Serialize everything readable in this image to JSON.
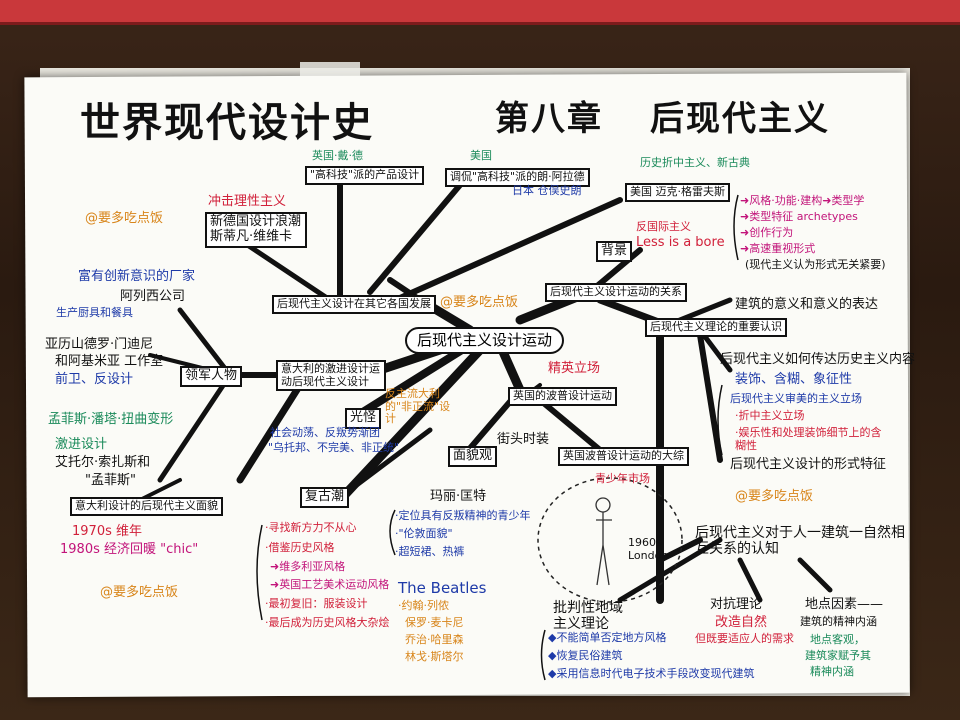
{
  "title": {
    "main": "世界现代设计史",
    "chapter": "第八章",
    "topic": "后现代主义"
  },
  "center": "后现代主义设计运动",
  "watermark": "@要多吃点饭",
  "nodes": {
    "other_countries": "后现代主义设计在其它各国发展",
    "italy": "意大利的激进设计运动后现代主义设计",
    "leaders": "领军人物",
    "design_style": "意大利设计的后现代主义面貌",
    "light": "光怪",
    "british": "英国的波普设计运动",
    "face": "面貌观",
    "british_big": "英国波普设计运动的大综",
    "retro": "复古潮",
    "background": "背景",
    "theory_key": "后现代主义设计运动的关系",
    "theory_important": "后现代主义理论的重要认识",
    "nature": "后现代主义对于人一建筑一自然相互关系的认知"
  },
  "texts": {
    "uk_bold": "英国·戴·德",
    "hightech": "\"高科技\"派的产品设计",
    "us": "美国",
    "hightech2": "调侃\"高科技\"派的朗·阿拉德",
    "japan": "日本 仓俣史朗",
    "history": "历史折中主义、新古典",
    "venturi": "美国 迈克·格雷夫斯",
    "rational": "冲击理性主义",
    "memphis": "新德国设计浪潮 斯蒂凡·维维卡",
    "anti_intl": "反国际主义",
    "less_bore": "Less is a bore",
    "creative": "富有创新意识的厂家",
    "alessi": "阿列西公司",
    "kitchen": "生产厨具和餐具",
    "mendini": "亚历山德罗·门迪尼",
    "zanuso": "和阿基米亚 工作室",
    "front_design": "前卫、反设计",
    "social": "社会动荡、反叛势渐团",
    "ideals": "\"乌托邦、不完美、非正统\"",
    "super": "反主流大利的\"非正流\"设计",
    "radical": "激进设计",
    "sottsass": "艾托尔·索扎斯和",
    "memphis2": "\"孟菲斯\"",
    "sottsass2": "孟菲斯·潘塔·扭曲变形",
    "seventies": "1970s 维年",
    "eighties": "1980s 经济回暖 \"chic\"",
    "elite": "精英立场",
    "street": "街头时装",
    "quant": "玛丽·匡特",
    "youth1": "·定位具有反叛精神的青少年",
    "youth2": "·\"伦敦面貌\"",
    "youth3": "·超短裙、热裤",
    "youth_market": "青少年市场",
    "london": "1960s London",
    "beatles": "The Beatles",
    "b1": "·约翰·列侬",
    "b2": "保罗·麦卡尼",
    "b3": "乔治·哈里森",
    "b4": "林戈·斯塔尔",
    "r1": "·寻找新方力不从心",
    "r2": "·借鉴历史风格",
    "r3": "➜维多利亚风格",
    "r4": "➜英国工艺美术运动风格",
    "r5": "·最初复旧：服装设计",
    "r6": "·最后成为历史风格大杂烩",
    "t1": "➜风格·功能·建构➜类型学",
    "t2": "➜类型特征 archetypes",
    "t3": "➜创作行为",
    "t4": "➜高速重视形式",
    "t5": "(现代主义认为形式无关紧要)",
    "arch": "建筑的意义和意义的表达",
    "hist_content": "后现代主义如何传达历史主义内容",
    "decor": "装饰、含糊、象征性",
    "h1": "后现代主义审美的主义立场",
    "h2": "·折中主义立场",
    "h3": "·娱乐性和处理装饰细节上的含糊性",
    "form": "后现代主义设计的形式特征",
    "critical": "批判性地域主义理论",
    "c1": "◆不能简单否定地方风格",
    "c2": "◆恢复民俗建筑",
    "c3": "◆采用信息时代电子技术手段改变现代建筑",
    "contrast": "对抗理论",
    "contrast2": "改造自然",
    "contrast3": "但既要适应人的需求",
    "place": "地点因素——",
    "place2": "建筑的精神内涵",
    "place3": "地点客观，",
    "place4": "建筑家赋予其",
    "place5": "精神内涵"
  },
  "colors": {
    "ink": "#111111",
    "blue": "#1e3aa8",
    "red": "#d1203a",
    "green": "#1a8a5a",
    "orange": "#d8851a",
    "pink": "#c2147a"
  }
}
